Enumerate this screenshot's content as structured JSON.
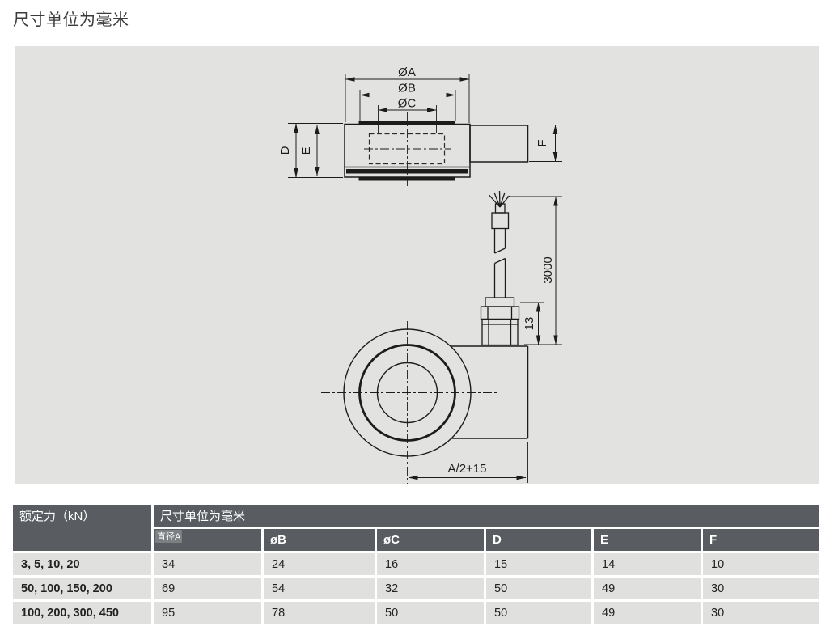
{
  "page": {
    "title": "尺寸单位为毫米"
  },
  "drawing": {
    "labels": {
      "dia_a": "ØA",
      "dia_b": "ØB",
      "dia_c": "ØC",
      "d": "D",
      "e": "E",
      "f": "F",
      "cable_length": "3000",
      "gland_height": "13",
      "center_offset": "A/2+15"
    }
  },
  "table": {
    "rated_force_header": "额定力（kN）",
    "units_header": "尺寸单位为毫米",
    "columns": [
      "直径A",
      "øB",
      "øC",
      "D",
      "E",
      "F"
    ],
    "rows": [
      {
        "rated_force": "3, 5, 10, 20",
        "values": [
          "34",
          "24",
          "16",
          "15",
          "14",
          "10"
        ]
      },
      {
        "rated_force": "50, 100, 150, 200",
        "values": [
          "69",
          "54",
          "32",
          "50",
          "49",
          "30"
        ]
      },
      {
        "rated_force": "100, 200, 300, 450",
        "values": [
          "95",
          "78",
          "50",
          "50",
          "49",
          "30"
        ]
      }
    ]
  },
  "colors": {
    "drawing_background": "#e2e2e1",
    "line": "#1c1c1c",
    "table_header_background": "#595d61",
    "table_row_background": "#e0e0de",
    "table_header_text": "#ffffff",
    "table_row_text": "#222222"
  }
}
